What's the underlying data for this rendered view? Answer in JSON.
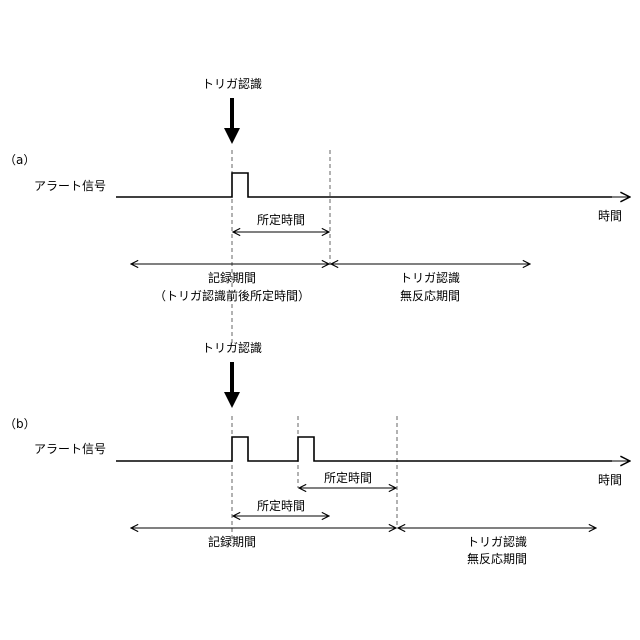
{
  "panel_a": {
    "label": "（a）",
    "trigger_label": "トリガ認識",
    "signal_label": "アラート信号",
    "time_axis_label": "時間",
    "predetermined_time_label": "所定時間",
    "recording_period_label": "記録期間",
    "recording_period_note": "（トリガ認識前後所定時間）",
    "no_response_label_line1": "トリガ認識",
    "no_response_label_line2": "無反応期間"
  },
  "panel_b": {
    "label": "（b）",
    "trigger_label": "トリガ認識",
    "signal_label": "アラート信号",
    "time_axis_label": "時間",
    "predetermined_time_label_1": "所定時間",
    "predetermined_time_label_2": "所定時間",
    "recording_period_label": "記録期間",
    "no_response_label_line1": "トリガ認識",
    "no_response_label_line2": "無反応期間"
  }
}
